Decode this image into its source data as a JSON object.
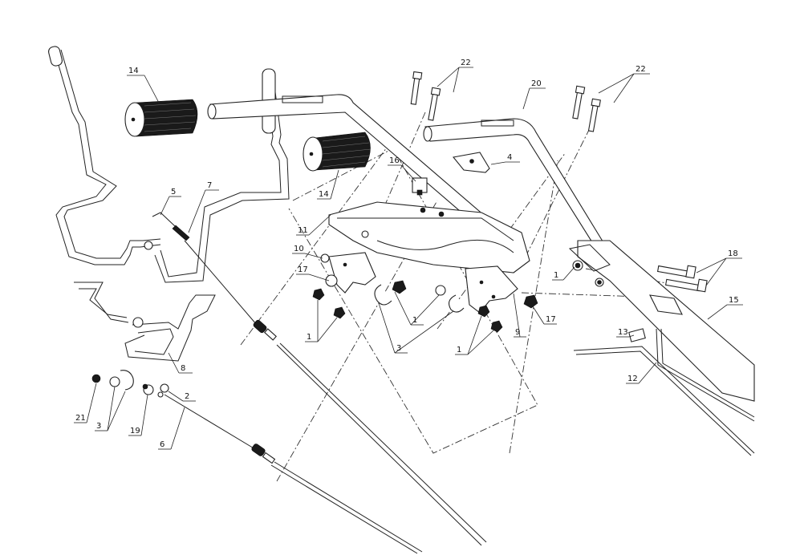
{
  "callouts": [
    {
      "id": "c14a",
      "text": "14"
    },
    {
      "id": "c14b",
      "text": "14"
    },
    {
      "id": "c22a",
      "text": "22"
    },
    {
      "id": "c22b",
      "text": "22"
    },
    {
      "id": "c20",
      "text": "20"
    },
    {
      "id": "c4",
      "text": "4"
    },
    {
      "id": "c16",
      "text": "16"
    },
    {
      "id": "c5",
      "text": "5"
    },
    {
      "id": "c7",
      "text": "7"
    },
    {
      "id": "c11",
      "text": "11"
    },
    {
      "id": "c10",
      "text": "10"
    },
    {
      "id": "c17a",
      "text": "17"
    },
    {
      "id": "c17b",
      "text": "17"
    },
    {
      "id": "c1a",
      "text": "1"
    },
    {
      "id": "c1b",
      "text": "1"
    },
    {
      "id": "c1c",
      "text": "1"
    },
    {
      "id": "c1d",
      "text": "1"
    },
    {
      "id": "c3a",
      "text": "3"
    },
    {
      "id": "c3b",
      "text": "3"
    },
    {
      "id": "c9",
      "text": "9"
    },
    {
      "id": "c18",
      "text": "18"
    },
    {
      "id": "c15",
      "text": "15"
    },
    {
      "id": "c13",
      "text": "13"
    },
    {
      "id": "c12",
      "text": "12"
    },
    {
      "id": "c8",
      "text": "8"
    },
    {
      "id": "c2",
      "text": "2"
    },
    {
      "id": "c21",
      "text": "21"
    },
    {
      "id": "c19",
      "text": "19"
    },
    {
      "id": "c6",
      "text": "6"
    }
  ]
}
